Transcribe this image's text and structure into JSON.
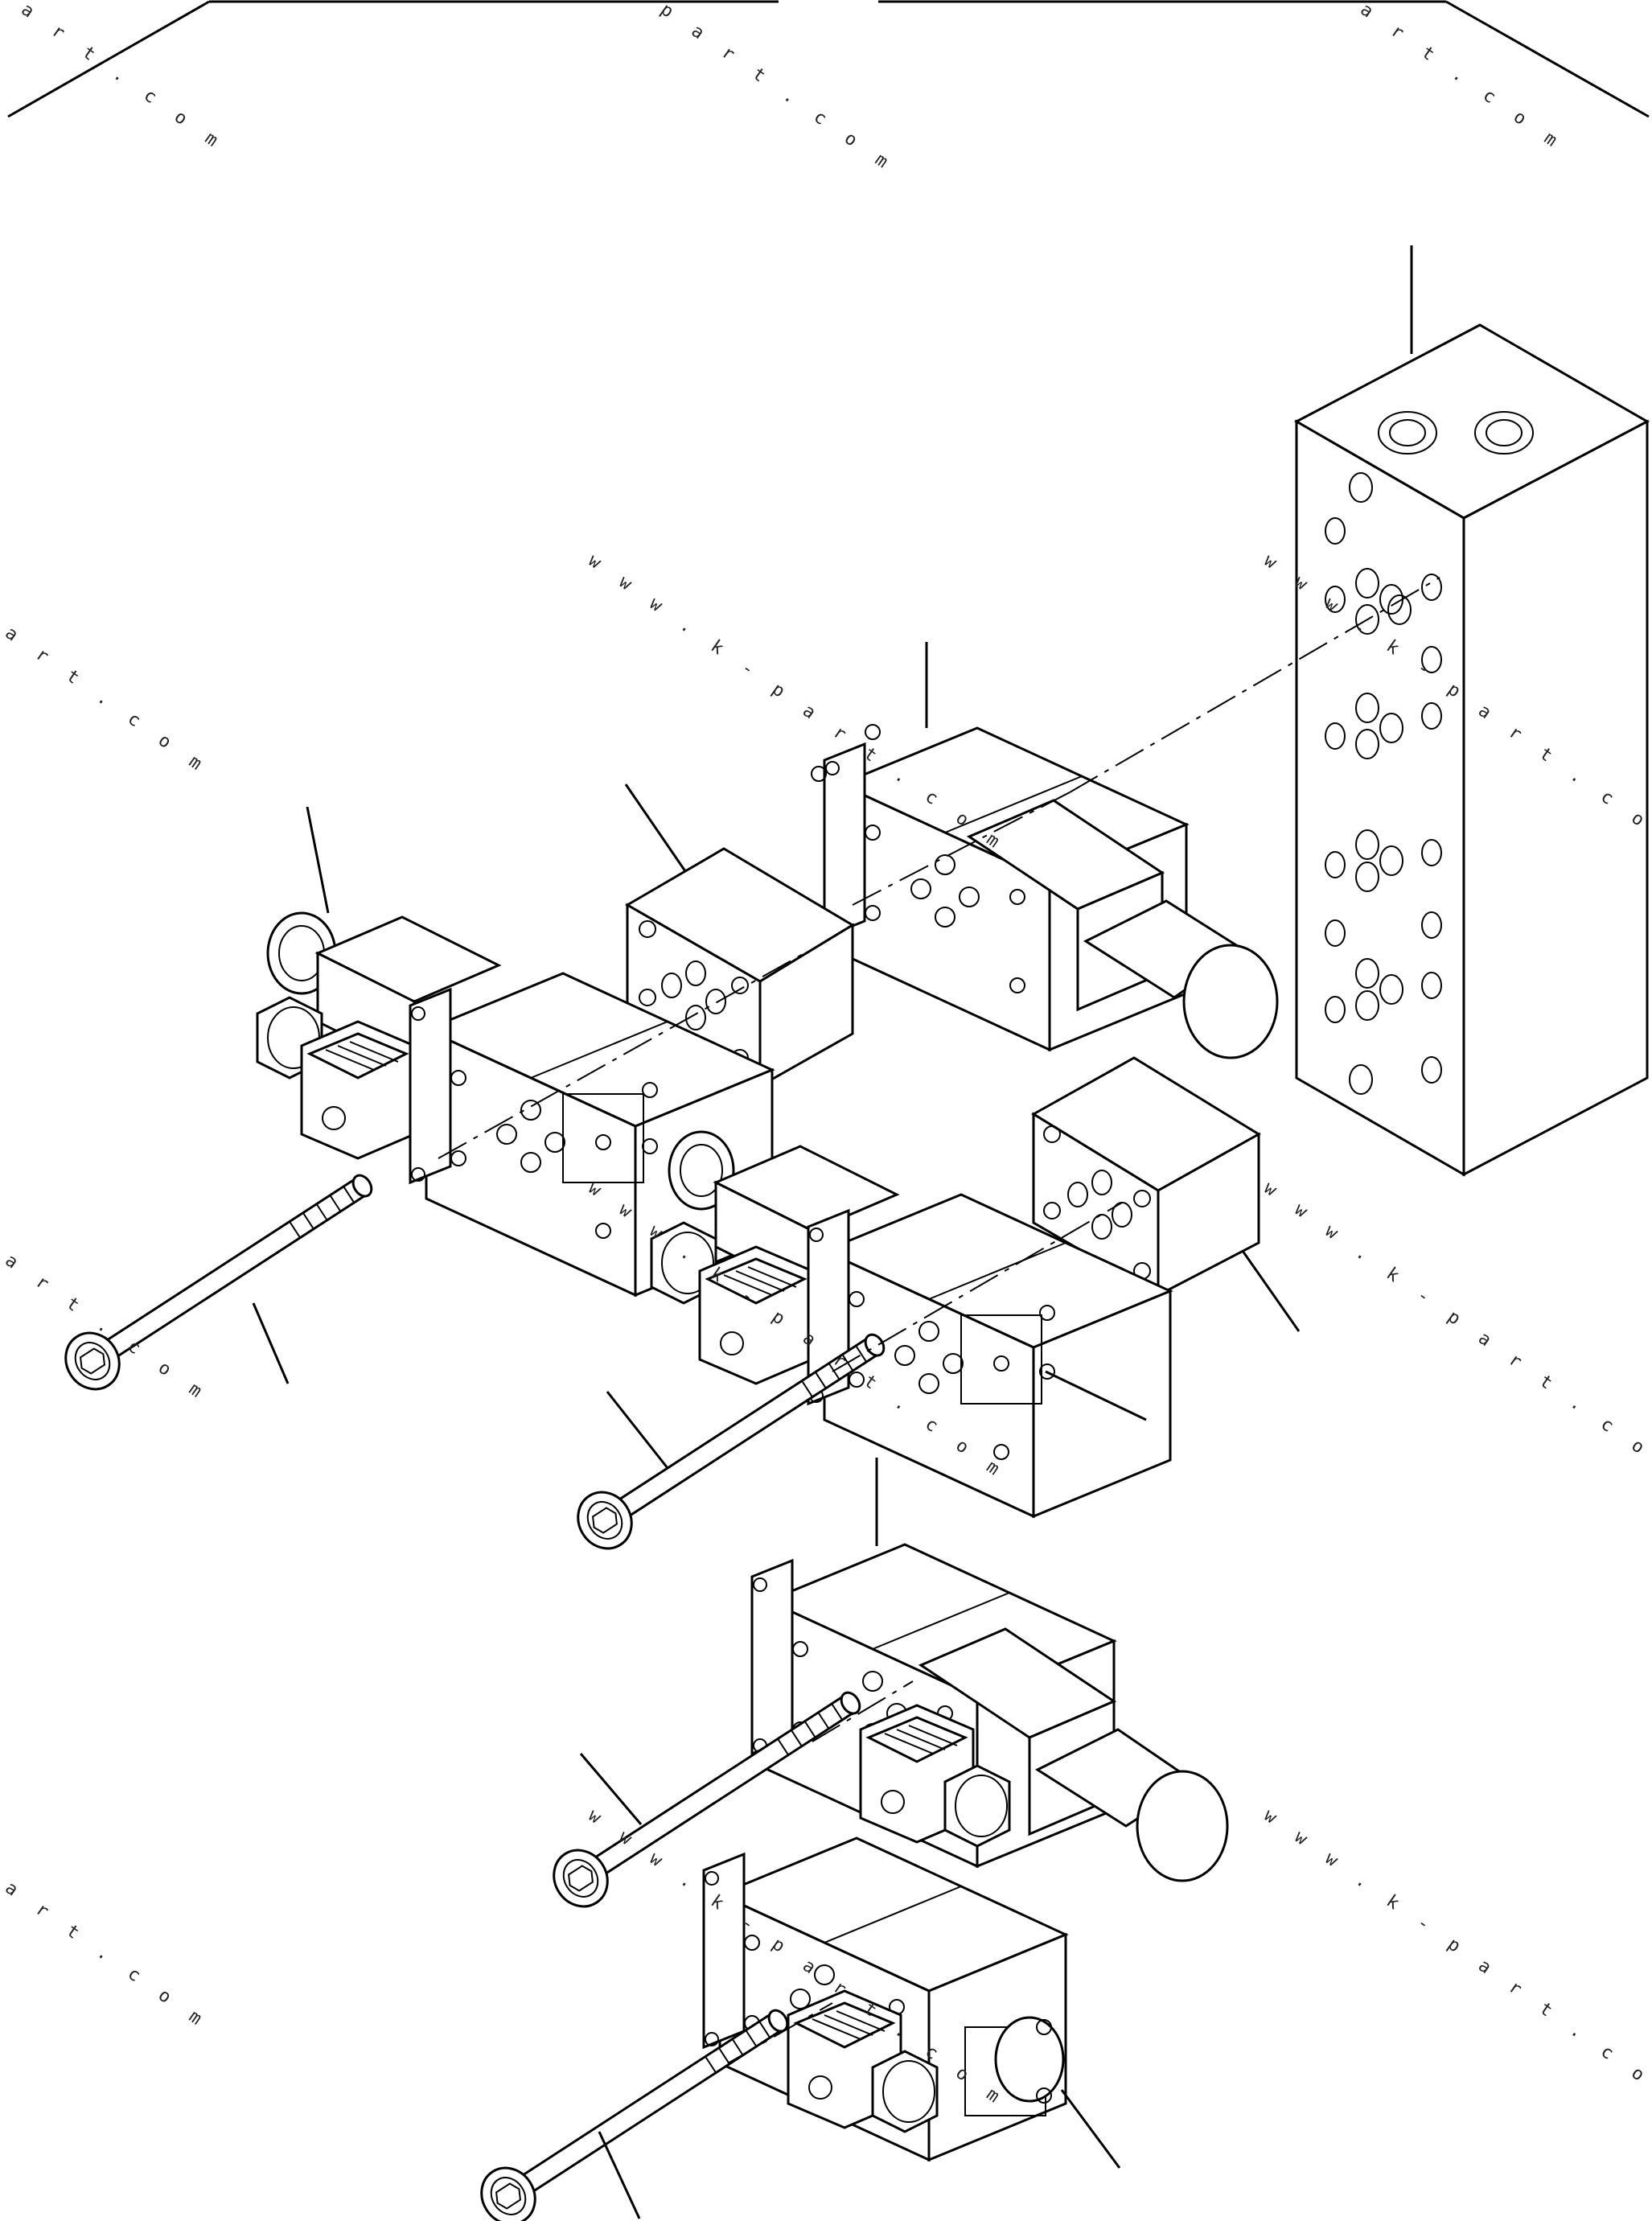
{
  "watermark": {
    "text": "w w w . k - p a r t . c o m",
    "fragment_left": "a r t . c o m",
    "fragment_top_mid": "p a r t . c o m",
    "fragment_top_right": "a r t . c o m"
  },
  "colors": {
    "line": "#000000",
    "background": "#ffffff",
    "watermark": "#222222"
  },
  "parts": [
    "manifold-block",
    "solenoid-valve-top-right",
    "spacer-block-top",
    "spacer-block-right",
    "solenoid-valve-left",
    "solenoid-valve-middle",
    "solenoid-valve-lower-1",
    "solenoid-valve-lower-2",
    "socket-bolt-1",
    "socket-bolt-2",
    "socket-bolt-3",
    "socket-bolt-4"
  ]
}
